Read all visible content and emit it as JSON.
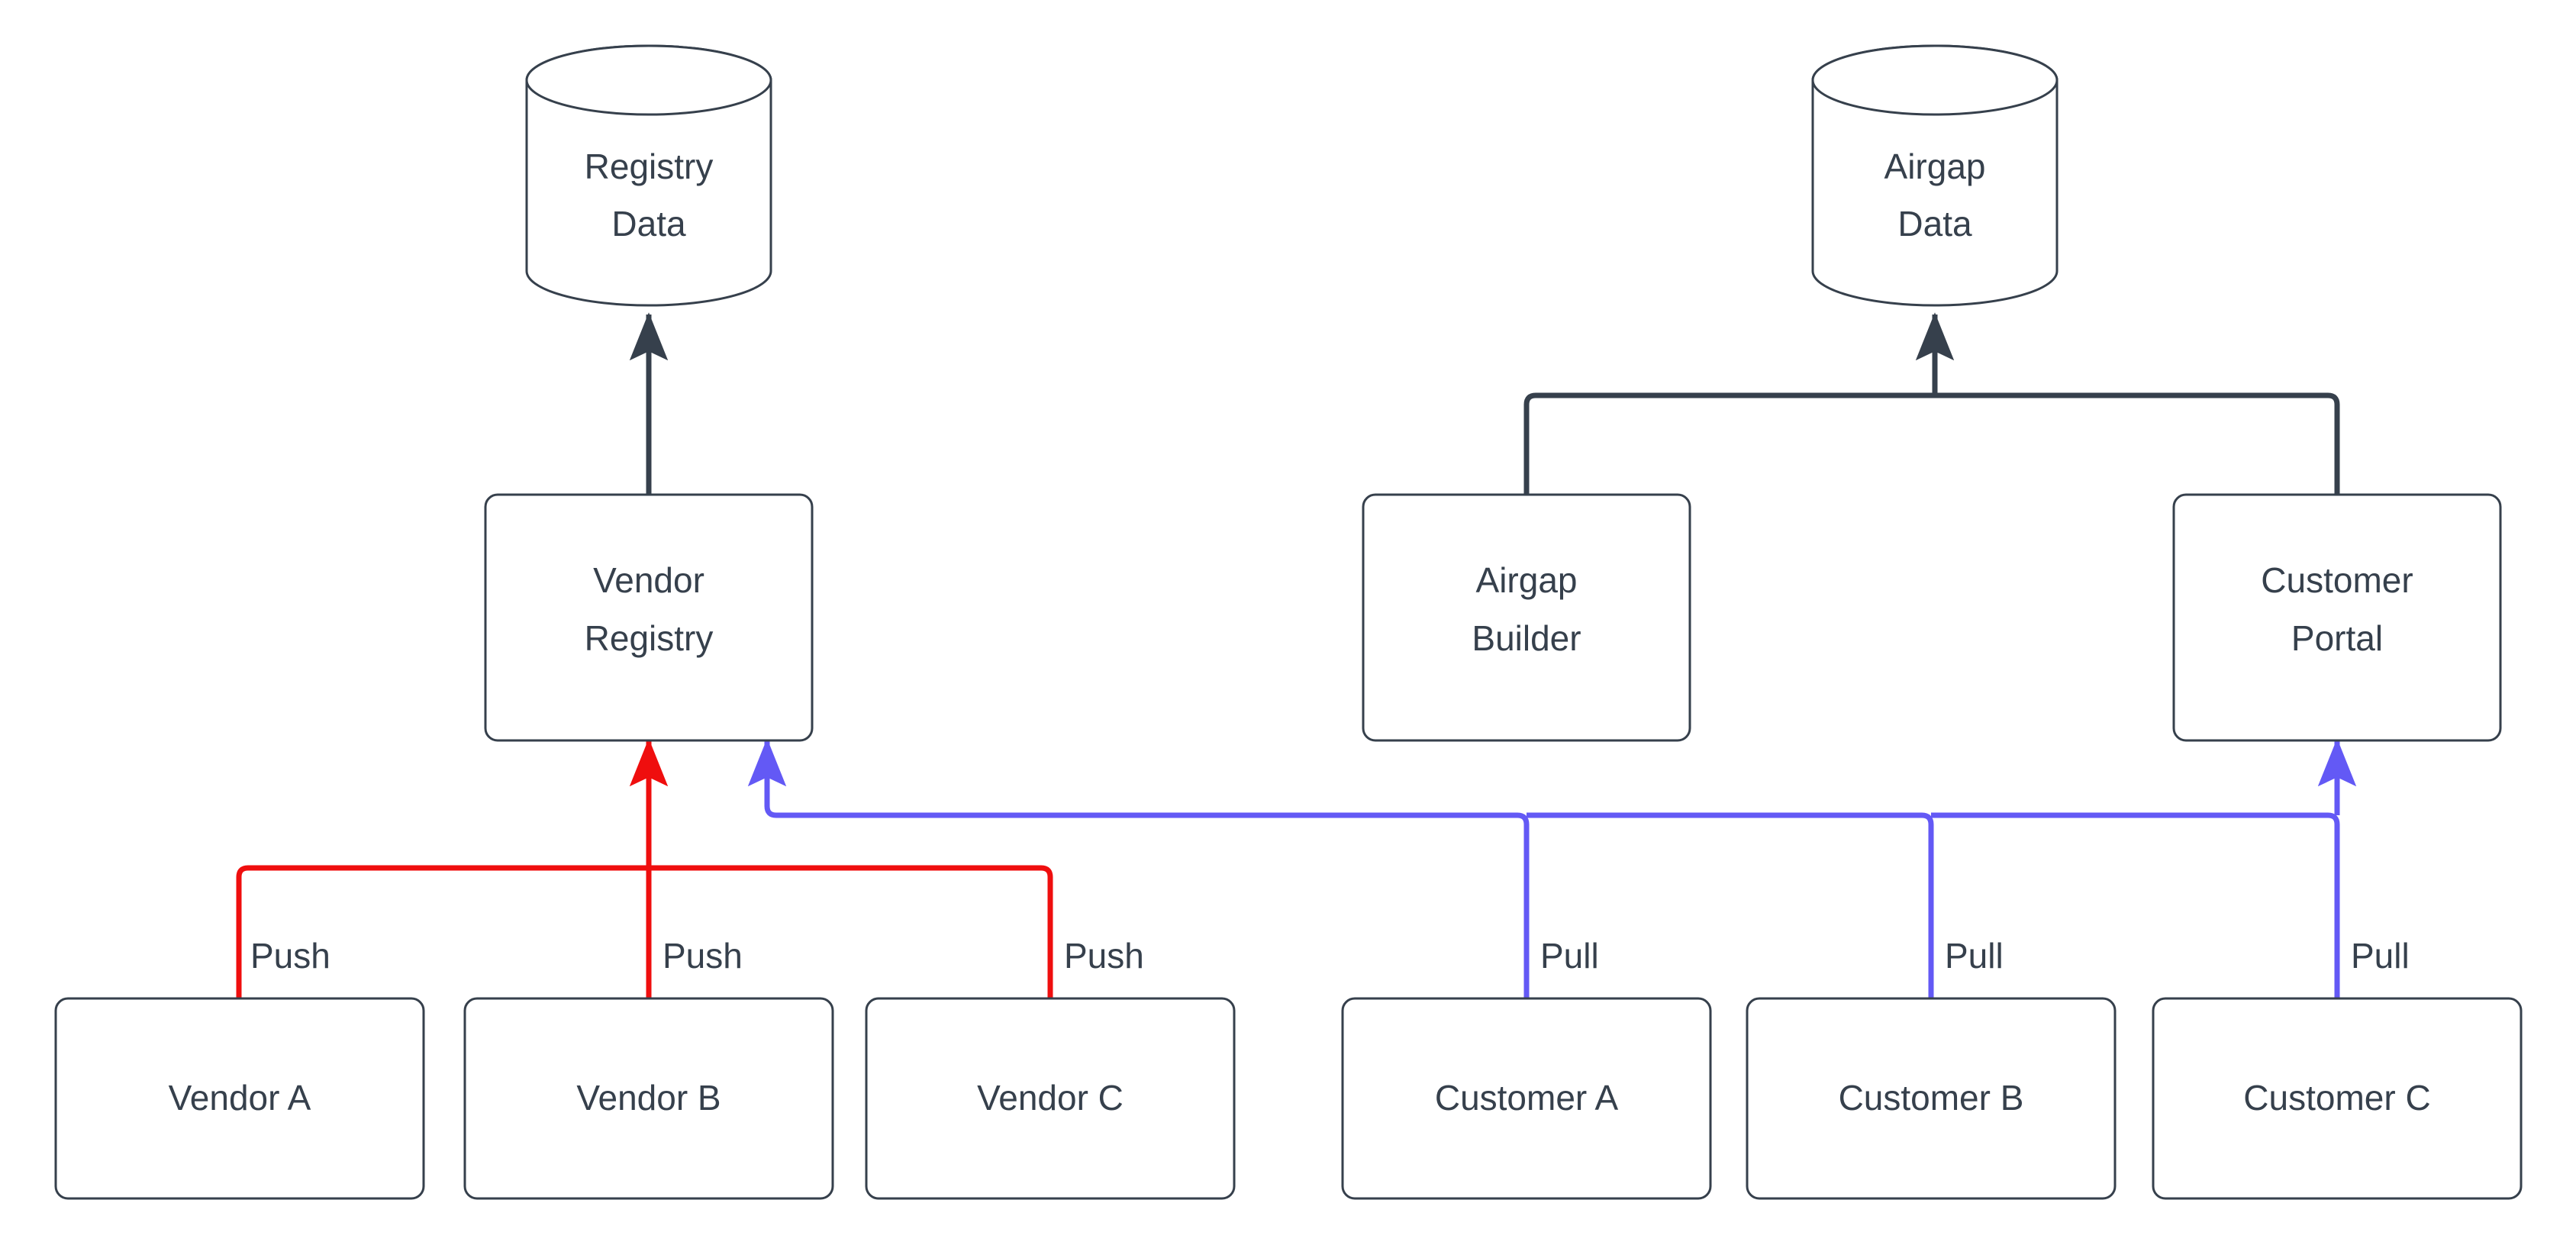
{
  "diagram": {
    "type": "flowchart",
    "background_color": "#ffffff",
    "colors": {
      "node_stroke": "#36404c",
      "node_fill": "#ffffff",
      "text": "#36404c",
      "push_edge": "#ef0e0e",
      "pull_edge": "#6359f5",
      "default_edge": "#36404c"
    },
    "datastores": [
      {
        "id": "registry-data",
        "shape": "cylinder",
        "line1": "Registry",
        "line2": "Data"
      },
      {
        "id": "airgap-data",
        "shape": "cylinder",
        "line1": "Airgap",
        "line2": "Data"
      }
    ],
    "services": [
      {
        "id": "vendor-registry",
        "shape": "rounded-rect",
        "line1": "Vendor",
        "line2": "Registry"
      },
      {
        "id": "airgap-builder",
        "shape": "rounded-rect",
        "line1": "Airgap",
        "line2": "Builder"
      },
      {
        "id": "customer-portal",
        "shape": "rounded-rect",
        "line1": "Customer",
        "line2": "Portal"
      }
    ],
    "actors": [
      {
        "id": "vendor-a",
        "label": "Vendor A",
        "group": "vendors"
      },
      {
        "id": "vendor-b",
        "label": "Vendor B",
        "group": "vendors"
      },
      {
        "id": "vendor-c",
        "label": "Vendor C",
        "group": "vendors"
      },
      {
        "id": "customer-a",
        "label": "Customer A",
        "group": "customers"
      },
      {
        "id": "customer-b",
        "label": "Customer B",
        "group": "customers"
      },
      {
        "id": "customer-c",
        "label": "Customer C",
        "group": "customers"
      }
    ],
    "edges": [
      {
        "id": "edge-vendor-registry-to-registry-data",
        "from": "vendor-registry",
        "to": "registry-data",
        "label": "",
        "color": "#36404c"
      },
      {
        "id": "edge-airgap-builder-to-airgap-data",
        "from": "airgap-builder",
        "to": "airgap-data",
        "label": "",
        "color": "#36404c"
      },
      {
        "id": "edge-customer-portal-to-airgap-data",
        "from": "customer-portal",
        "to": "airgap-data",
        "label": "",
        "color": "#36404c"
      },
      {
        "id": "edge-vendor-a-push",
        "from": "vendor-a",
        "to": "vendor-registry",
        "label": "Push",
        "color": "#ef0e0e"
      },
      {
        "id": "edge-vendor-b-push",
        "from": "vendor-b",
        "to": "vendor-registry",
        "label": "Push",
        "color": "#ef0e0e"
      },
      {
        "id": "edge-vendor-c-push",
        "from": "vendor-c",
        "to": "vendor-registry",
        "label": "Push",
        "color": "#ef0e0e"
      },
      {
        "id": "edge-customer-a-pull",
        "from": "customer-a",
        "to": "vendor-registry",
        "label": "Pull",
        "color": "#6359f5"
      },
      {
        "id": "edge-customer-b-pull",
        "from": "customer-b",
        "to": "vendor-registry",
        "label": "Pull",
        "color": "#6359f5"
      },
      {
        "id": "edge-customer-c-pull",
        "from": "customer-c",
        "to": "customer-portal",
        "label": "Pull",
        "color": "#6359f5"
      }
    ],
    "edge_labels": {
      "push_a": "Push",
      "push_b": "Push",
      "push_c": "Push",
      "pull_a": "Pull",
      "pull_b": "Pull",
      "pull_c": "Pull"
    }
  }
}
